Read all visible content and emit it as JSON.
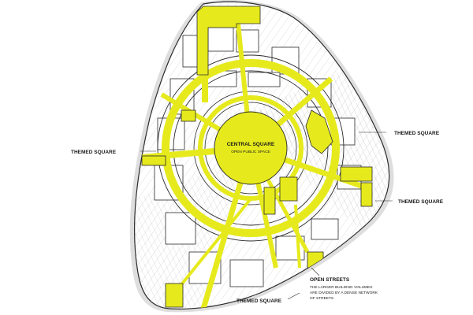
{
  "labels": {
    "central_title": "CENTRAL SQUARE",
    "central_sub": "OPEN PUBLIC SPACE",
    "themed_left": "THEMED SQUARE",
    "themed_right_top": "THEMED SQUARE",
    "themed_right_mid": "THEMED SQUARE",
    "themed_bottom": "THEMED SQUARE",
    "open_streets_title": "OPEN STREETS",
    "open_streets_line1": "THE LARGER BUILDING VOLUMES",
    "open_streets_line2": "ARE DIVIDED BY A DENSE NETWORK",
    "open_streets_line3": "OF STREETS"
  },
  "colors": {
    "accent_yellow": "#e6ea1c",
    "outline": "#2a2a2a",
    "contour": "#8a8a8a",
    "shadow": "#d9d9d9"
  }
}
